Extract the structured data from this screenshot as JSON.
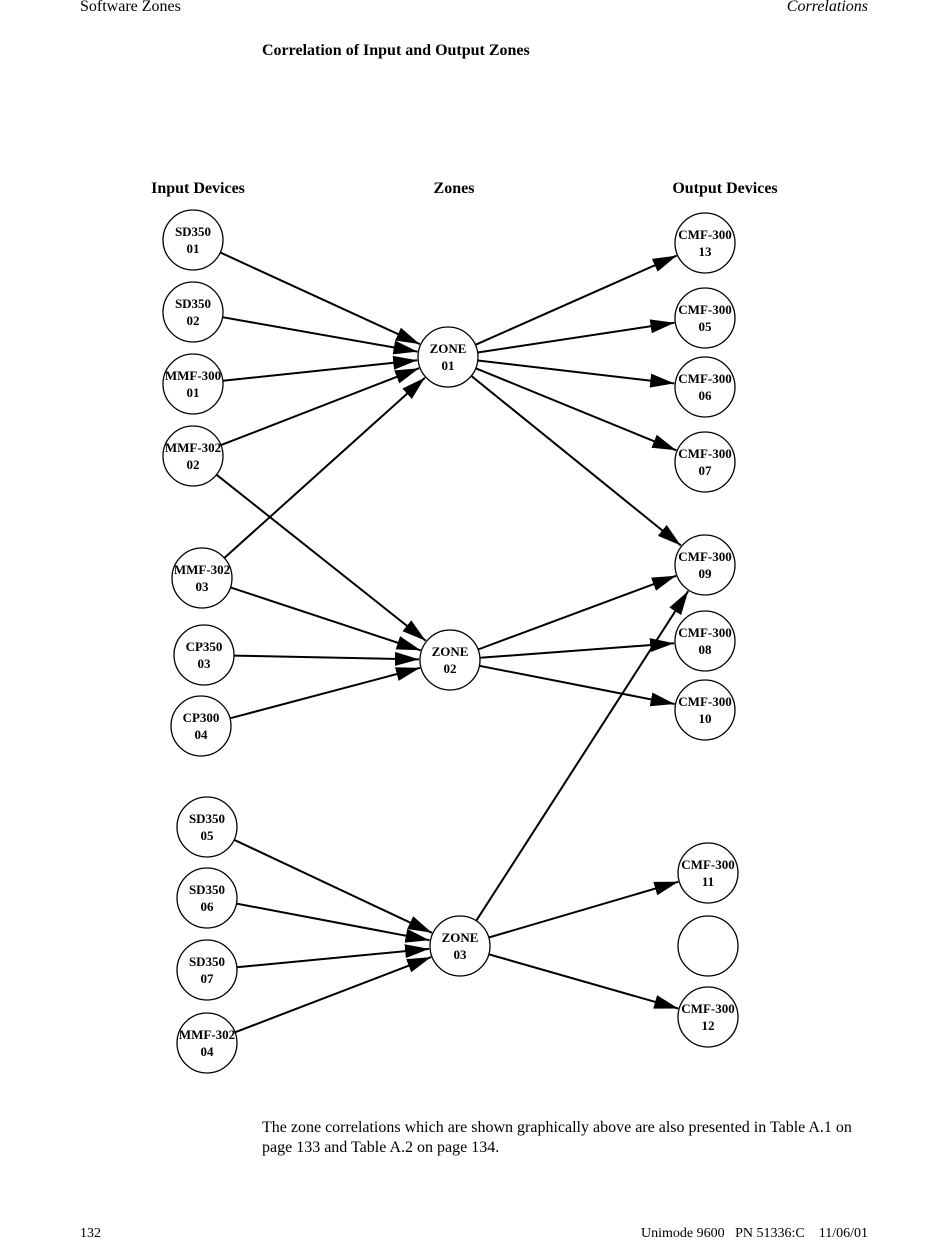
{
  "header": {
    "section": "Software Zones",
    "topic": "Correlations"
  },
  "title": "Correlation of Input and Output Zones",
  "columns": {
    "inputs": "Input Devices",
    "zones": "Zones",
    "outputs": "Output Devices"
  },
  "nodes": [
    {
      "id": "sd350-01",
      "kind": "input",
      "line1": "SD350",
      "line2": "01"
    },
    {
      "id": "sd350-02",
      "kind": "input",
      "line1": "SD350",
      "line2": "02"
    },
    {
      "id": "mmf300-01",
      "kind": "input",
      "line1": "MMF-300",
      "line2": "01"
    },
    {
      "id": "mmf302-02",
      "kind": "input",
      "line1": "MMF-302",
      "line2": "02"
    },
    {
      "id": "mmf302-03",
      "kind": "input",
      "line1": "MMF-302",
      "line2": "03"
    },
    {
      "id": "cp350-03",
      "kind": "input",
      "line1": "CP350",
      "line2": "03"
    },
    {
      "id": "cp300-04",
      "kind": "input",
      "line1": "CP300",
      "line2": "04"
    },
    {
      "id": "sd350-05",
      "kind": "input",
      "line1": "SD350",
      "line2": "05"
    },
    {
      "id": "sd350-06",
      "kind": "input",
      "line1": "SD350",
      "line2": "06"
    },
    {
      "id": "sd350-07",
      "kind": "input",
      "line1": "SD350",
      "line2": "07"
    },
    {
      "id": "mmf302-04",
      "kind": "input",
      "line1": "MMF-302",
      "line2": "04"
    },
    {
      "id": "zone-01",
      "kind": "zone",
      "line1": "ZONE",
      "line2": "01"
    },
    {
      "id": "zone-02",
      "kind": "zone",
      "line1": "ZONE",
      "line2": "02"
    },
    {
      "id": "zone-03",
      "kind": "zone",
      "line1": "ZONE",
      "line2": "03"
    },
    {
      "id": "cmf300-13",
      "kind": "output",
      "line1": "CMF-300",
      "line2": "13"
    },
    {
      "id": "cmf300-05",
      "kind": "output",
      "line1": "CMF-300",
      "line2": "05"
    },
    {
      "id": "cmf300-06",
      "kind": "output",
      "line1": "CMF-300",
      "line2": "06"
    },
    {
      "id": "cmf300-07",
      "kind": "output",
      "line1": "CMF-300",
      "line2": "07"
    },
    {
      "id": "cmf300-09",
      "kind": "output",
      "line1": "CMF-300",
      "line2": "09"
    },
    {
      "id": "cmf300-08",
      "kind": "output",
      "line1": "CMF-300",
      "line2": "08"
    },
    {
      "id": "cmf300-10",
      "kind": "output",
      "line1": "CMF-300",
      "line2": "10"
    },
    {
      "id": "cmf300-11",
      "kind": "output",
      "line1": "CMF-300",
      "line2": "11"
    },
    {
      "id": "empty-output",
      "kind": "output",
      "line1": "",
      "line2": ""
    },
    {
      "id": "cmf300-12",
      "kind": "output",
      "line1": "CMF-300",
      "line2": "12"
    }
  ],
  "edges": [
    {
      "from": "sd350-01",
      "to": "zone-01"
    },
    {
      "from": "sd350-02",
      "to": "zone-01"
    },
    {
      "from": "mmf300-01",
      "to": "zone-01"
    },
    {
      "from": "mmf302-02",
      "to": "zone-01"
    },
    {
      "from": "mmf302-03",
      "to": "zone-01"
    },
    {
      "from": "mmf302-02",
      "to": "zone-02"
    },
    {
      "from": "mmf302-03",
      "to": "zone-02"
    },
    {
      "from": "cp350-03",
      "to": "zone-02"
    },
    {
      "from": "cp300-04",
      "to": "zone-02"
    },
    {
      "from": "sd350-05",
      "to": "zone-03"
    },
    {
      "from": "sd350-06",
      "to": "zone-03"
    },
    {
      "from": "sd350-07",
      "to": "zone-03"
    },
    {
      "from": "mmf302-04",
      "to": "zone-03"
    },
    {
      "from": "zone-01",
      "to": "cmf300-13"
    },
    {
      "from": "zone-01",
      "to": "cmf300-05"
    },
    {
      "from": "zone-01",
      "to": "cmf300-06"
    },
    {
      "from": "zone-01",
      "to": "cmf300-07"
    },
    {
      "from": "zone-01",
      "to": "cmf300-09"
    },
    {
      "from": "zone-02",
      "to": "cmf300-09"
    },
    {
      "from": "zone-02",
      "to": "cmf300-08"
    },
    {
      "from": "zone-02",
      "to": "cmf300-10"
    },
    {
      "from": "zone-03",
      "to": "cmf300-09"
    },
    {
      "from": "zone-03",
      "to": "cmf300-11"
    },
    {
      "from": "zone-03",
      "to": "cmf300-12"
    }
  ],
  "caption": "The zone correlations which are shown graphically above are also presented in Table A.1 on page 133 and Table A.2 on page 134.",
  "footer": {
    "page": "132",
    "doc": "Unimode 9600   PN 51336:C    11/06/01"
  }
}
